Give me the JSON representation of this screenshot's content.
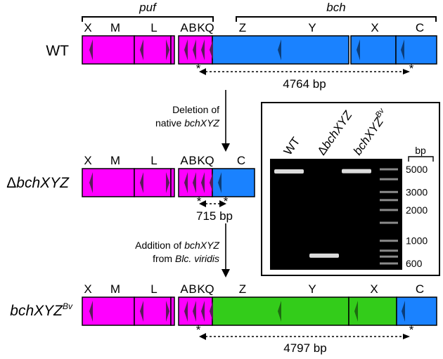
{
  "colors": {
    "puf": "#ff00ff",
    "bch_native": "#1a82ff",
    "bch_viridis": "#33cc1a",
    "gel_bg": "#000000",
    "band": "#dcdcdc"
  },
  "clusters": {
    "puf": "puf",
    "bch": "bch"
  },
  "rows": {
    "wt": {
      "label": "WT",
      "genes": [
        "X",
        "M",
        "L",
        "A",
        "B",
        "K",
        "Q",
        "Z",
        "Y",
        "X",
        "C"
      ],
      "product": "4764 bp"
    },
    "deletion": {
      "label_prefix": "Δ",
      "label_italic": "bchXYZ",
      "genes": [
        "X",
        "M",
        "L",
        "A",
        "B",
        "K",
        "Q",
        "C"
      ],
      "product": "715 bp"
    },
    "addition": {
      "label_italic": "bchXYZ",
      "label_sup": "Bv",
      "genes": [
        "X",
        "M",
        "L",
        "A",
        "B",
        "K",
        "Q",
        "Z",
        "Y",
        "X",
        "C"
      ],
      "product": "4797 bp"
    }
  },
  "steps": {
    "deletion": {
      "line1": "Deletion of",
      "line2_plain": "native ",
      "line2_italic": "bchXYZ"
    },
    "addition": {
      "line1_plain": "Addition of ",
      "line1_italic": "bchXYZ",
      "line2_plain": "from ",
      "line2_italic": "Blc. viridis"
    }
  },
  "gel": {
    "lanes": {
      "wt": "WT",
      "deletion_prefix": "Δ",
      "deletion_italic": "bchXYZ",
      "addition_italic": "bchXYZ",
      "addition_sup": "Bv"
    },
    "unit": "bp",
    "ladder": [
      "5000",
      "3000",
      "2000",
      "1000",
      "600"
    ],
    "bands_bp": {
      "wt": 4764,
      "deletion": 715,
      "addition": 4797
    }
  },
  "marker_symbol": "*"
}
